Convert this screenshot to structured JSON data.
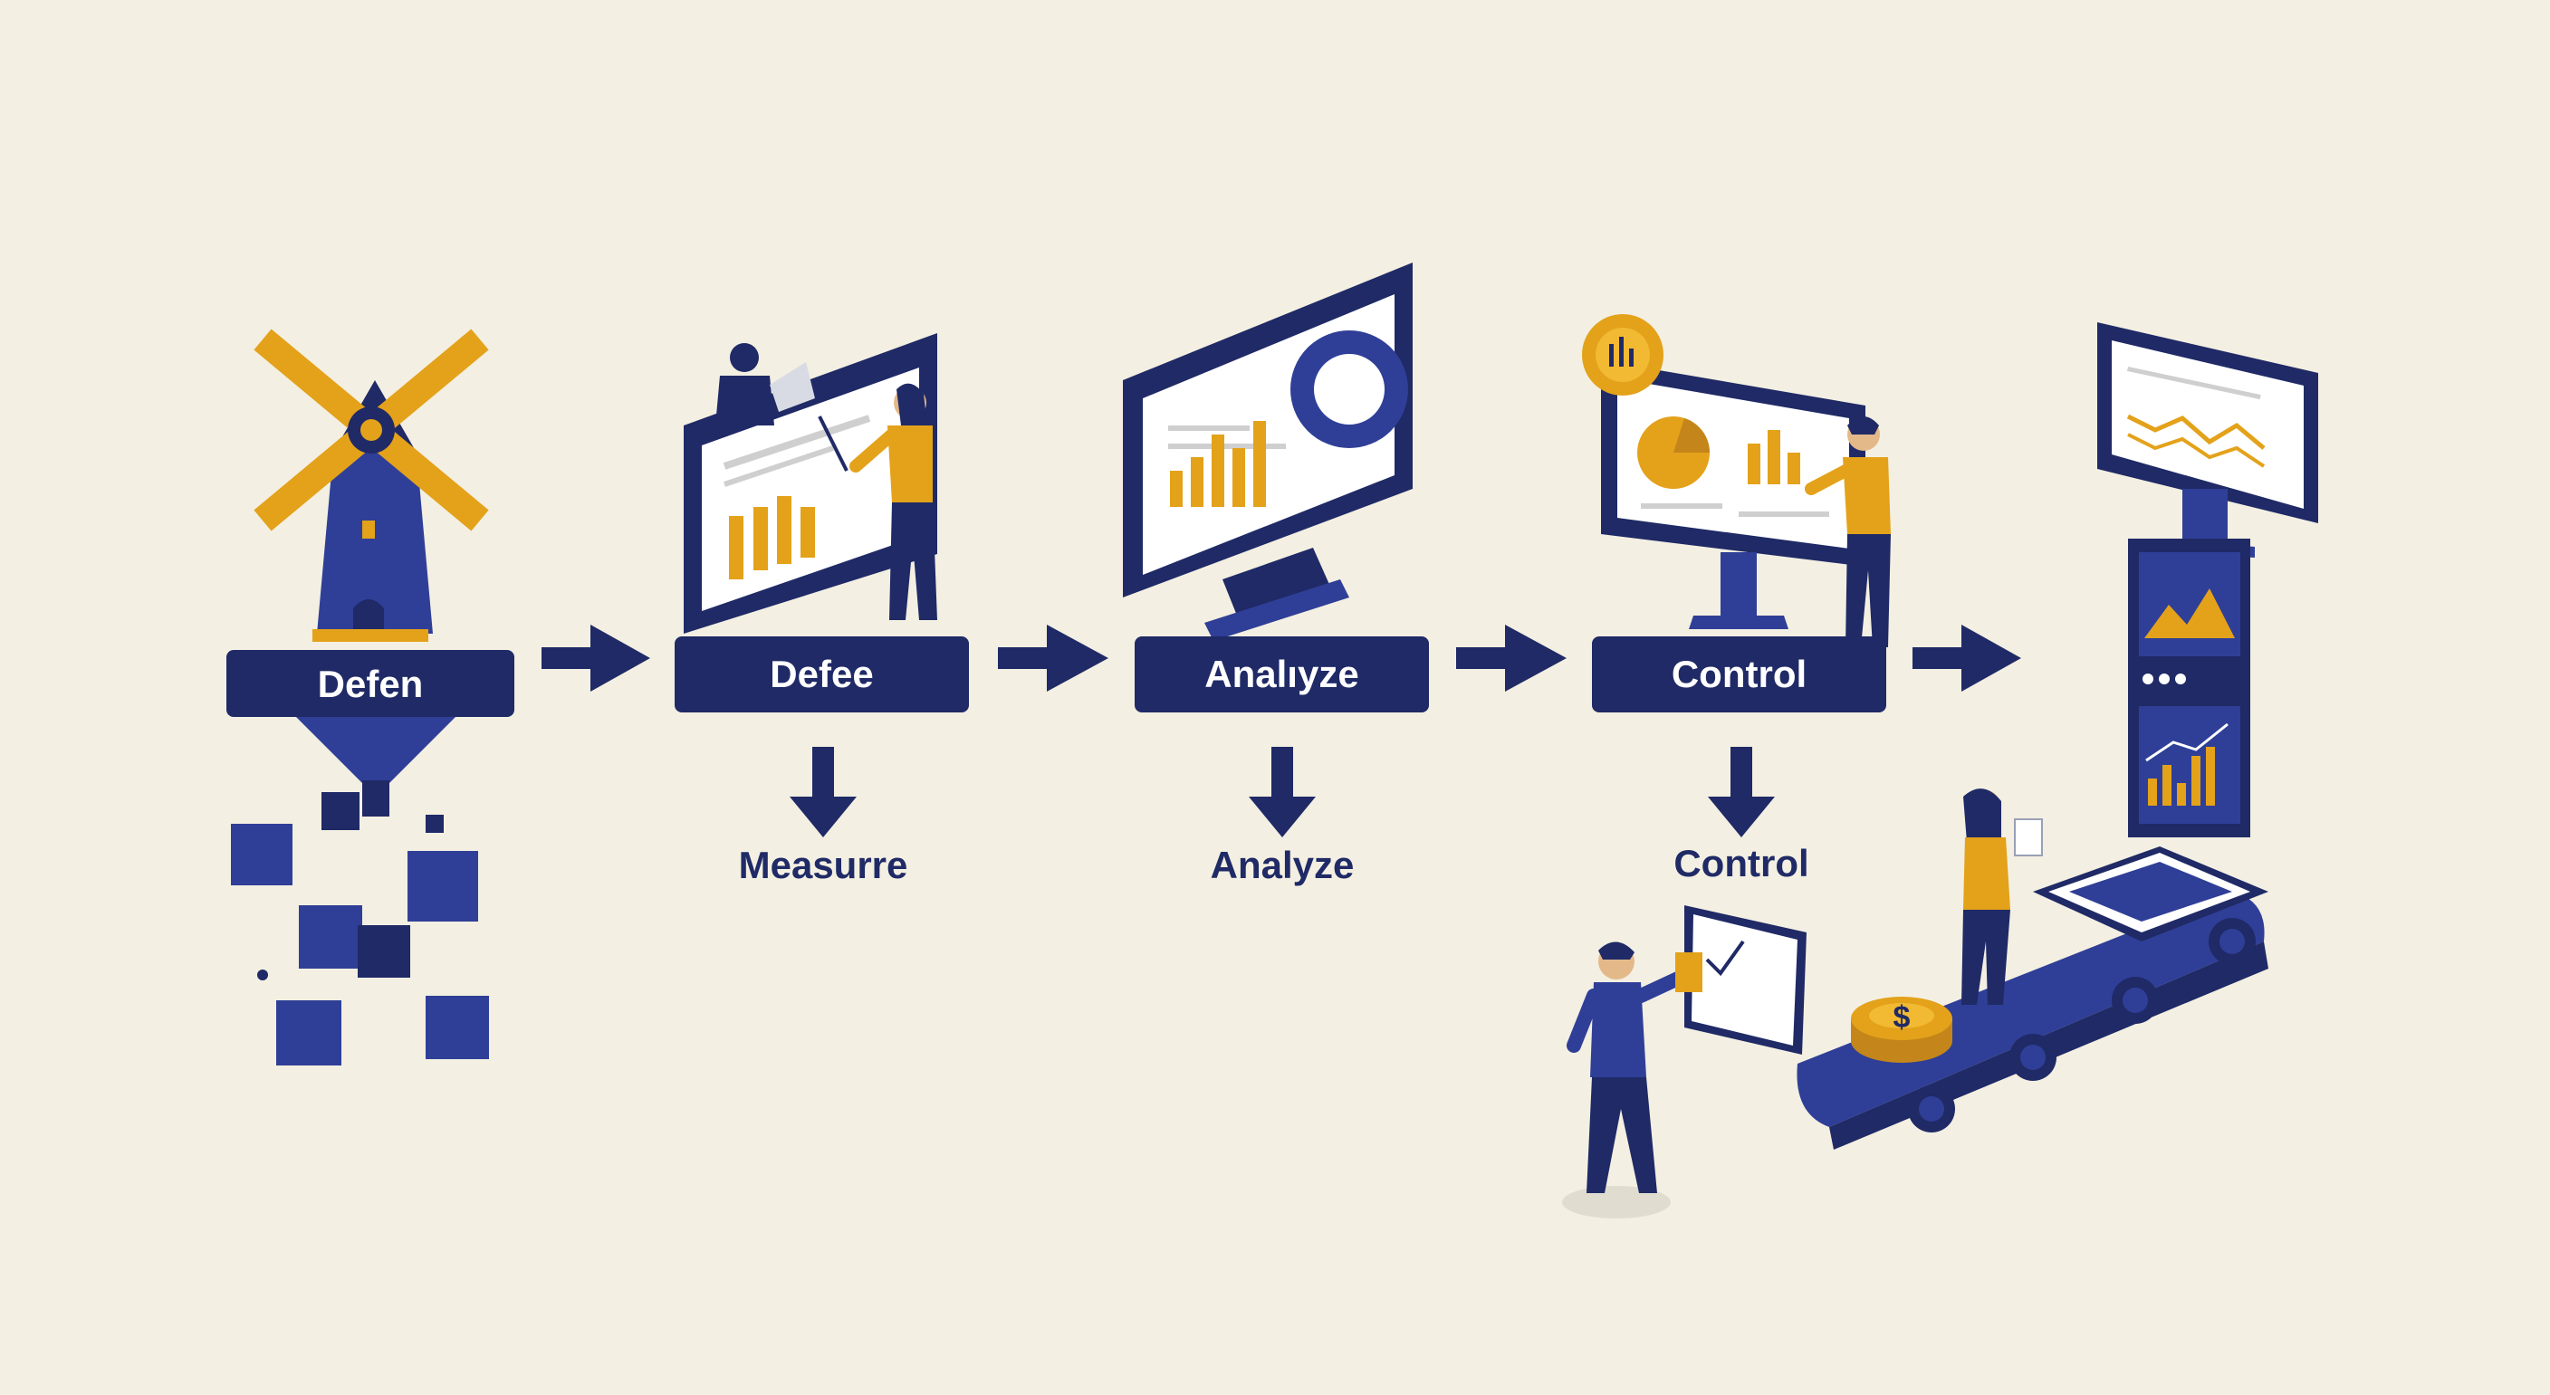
{
  "colors": {
    "background": "#f3efe2",
    "navy": "#1f2a66",
    "royal": "#2f3f97",
    "gold": "#e3a21a",
    "white": "#ffffff"
  },
  "steps": [
    {
      "label": "Defen",
      "icon": "windmill-icon"
    },
    {
      "label": "Defee",
      "icon": "monitor-team-icon"
    },
    {
      "label": "Analıyze",
      "icon": "monitor-chart-icon"
    },
    {
      "label": "Control",
      "icon": "monitor-presenter-icon"
    },
    {
      "label": "",
      "icon": "dashboard-tower-icon"
    }
  ],
  "sub_steps": [
    {
      "label": "Measurre"
    },
    {
      "label": "Analyze"
    },
    {
      "label": "Control"
    }
  ],
  "coin_symbol": "$"
}
